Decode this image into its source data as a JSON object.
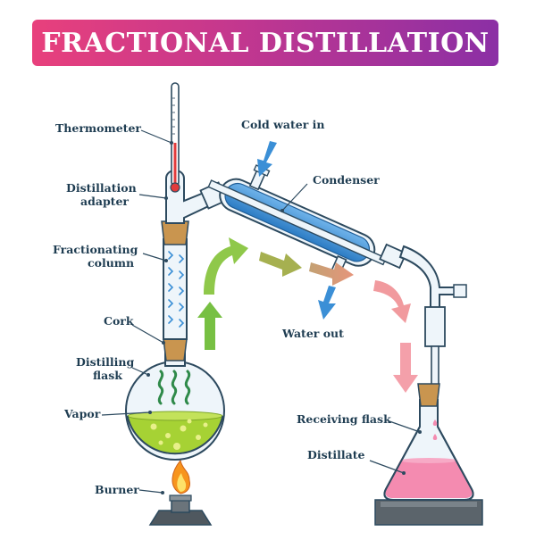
{
  "title": "FRACTIONAL DISTILLATION",
  "labels": {
    "thermometer": "Thermometer",
    "distillation_adapter_1": "Distillation",
    "distillation_adapter_2": "adapter",
    "fractionating_column_1": "Fractionating",
    "fractionating_column_2": "column",
    "cork": "Cork",
    "distilling_flask_1": "Distilling",
    "distilling_flask_2": "flask",
    "vapor": "Vapor",
    "burner": "Burner",
    "cold_water_in": "Cold water in",
    "condenser": "Condenser",
    "water_out": "Water out",
    "receiving_flask": "Receiving flask",
    "distillate": "Distillate"
  },
  "colors": {
    "banner_start": "#e8407c",
    "banner_end": "#8b2fa5",
    "glass_outline": "#2d4a5f",
    "glass_fill": "#eef5fa",
    "liquid_green": "#a6d234",
    "vapor_green": "#2f8a4a",
    "cork": "#c9954f",
    "condenser_water": "#3b8fd6",
    "distillate_pink": "#f48bb0",
    "burner_base": "#5b646b",
    "flame_orange": "#f7941d"
  }
}
